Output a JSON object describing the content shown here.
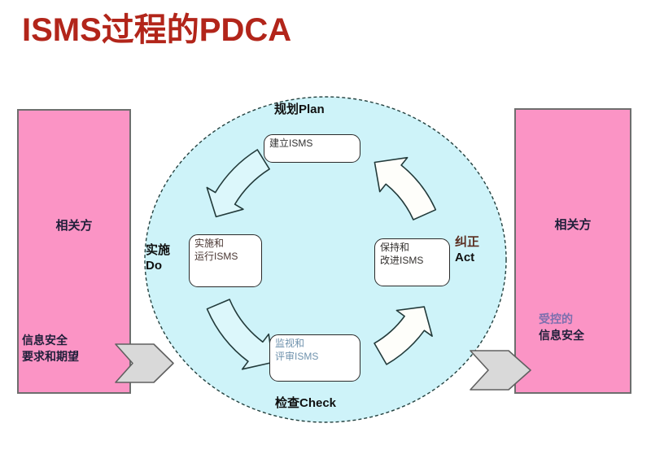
{
  "title": "ISMS过程的PDCA",
  "left_panel": {
    "label": "相关方",
    "caption_line1": "信息安全",
    "caption_line2": "要求和期望"
  },
  "right_panel": {
    "label": "相关方",
    "caption_line1": "受控的",
    "caption_line2": "信息安全"
  },
  "cycle": {
    "plan": {
      "stage_label": "规划Plan",
      "box": "建立ISMS"
    },
    "do": {
      "stage_label_cn": "实施",
      "stage_label_en": "Do",
      "box_line1": "实施和",
      "box_line2": "运行ISMS"
    },
    "check": {
      "stage_label": "检查Check",
      "box_line1": "监视和",
      "box_line2": "评审ISMS"
    },
    "act": {
      "stage_label_cn": "纠正",
      "stage_label_en": "Act",
      "box_line1": "保持和",
      "box_line2": "改进ISMS"
    }
  },
  "icons": {
    "input_arrow": "chevron-right-block-arrow",
    "output_arrow": "chevron-right-block-arrow",
    "cycle_arrows": [
      "plan-to-do",
      "do-to-check",
      "check-to-act",
      "act-to-plan"
    ]
  },
  "colors": {
    "title": "#B2251A",
    "panel_pink": "#FB94C5",
    "ellipse_fill": "#CEF3F9",
    "purple_caption": "#7D6FAE",
    "check_text_blue": "#6F92AD",
    "maroon_label": "#5a2d20",
    "gray_arrow": "#D9D9D9"
  }
}
